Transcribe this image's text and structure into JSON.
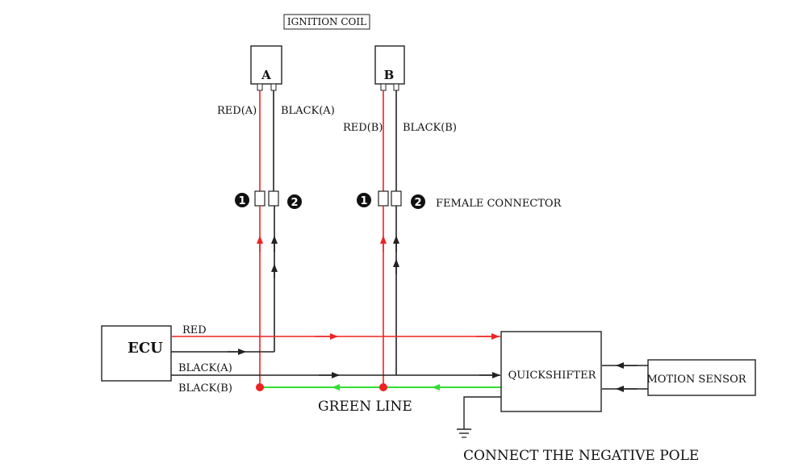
{
  "title": "IGNITION COIL",
  "coils": {
    "a": "A",
    "b": "B"
  },
  "wires": {
    "red_a": "RED(A)",
    "black_a": "BLACK(A)",
    "red_b": "RED(B)",
    "black_b": "BLACK(B)"
  },
  "connector": {
    "pin1": "1",
    "pin2": "2",
    "label": "FEMALE CONNECTOR"
  },
  "ecu": {
    "label": "ECU",
    "red": "RED",
    "black_a": "BLACK(A)",
    "black_b": "BLACK(B)"
  },
  "quickshifter": "QUICKSHIFTER",
  "motion_sensor": "MOTION SENSOR",
  "green_line": "GREEN LINE",
  "negative_pole": "CONNECT THE NEGATIVE POLE",
  "colors": {
    "red": "#ee2222",
    "green": "#33dd33",
    "black": "#222222"
  }
}
